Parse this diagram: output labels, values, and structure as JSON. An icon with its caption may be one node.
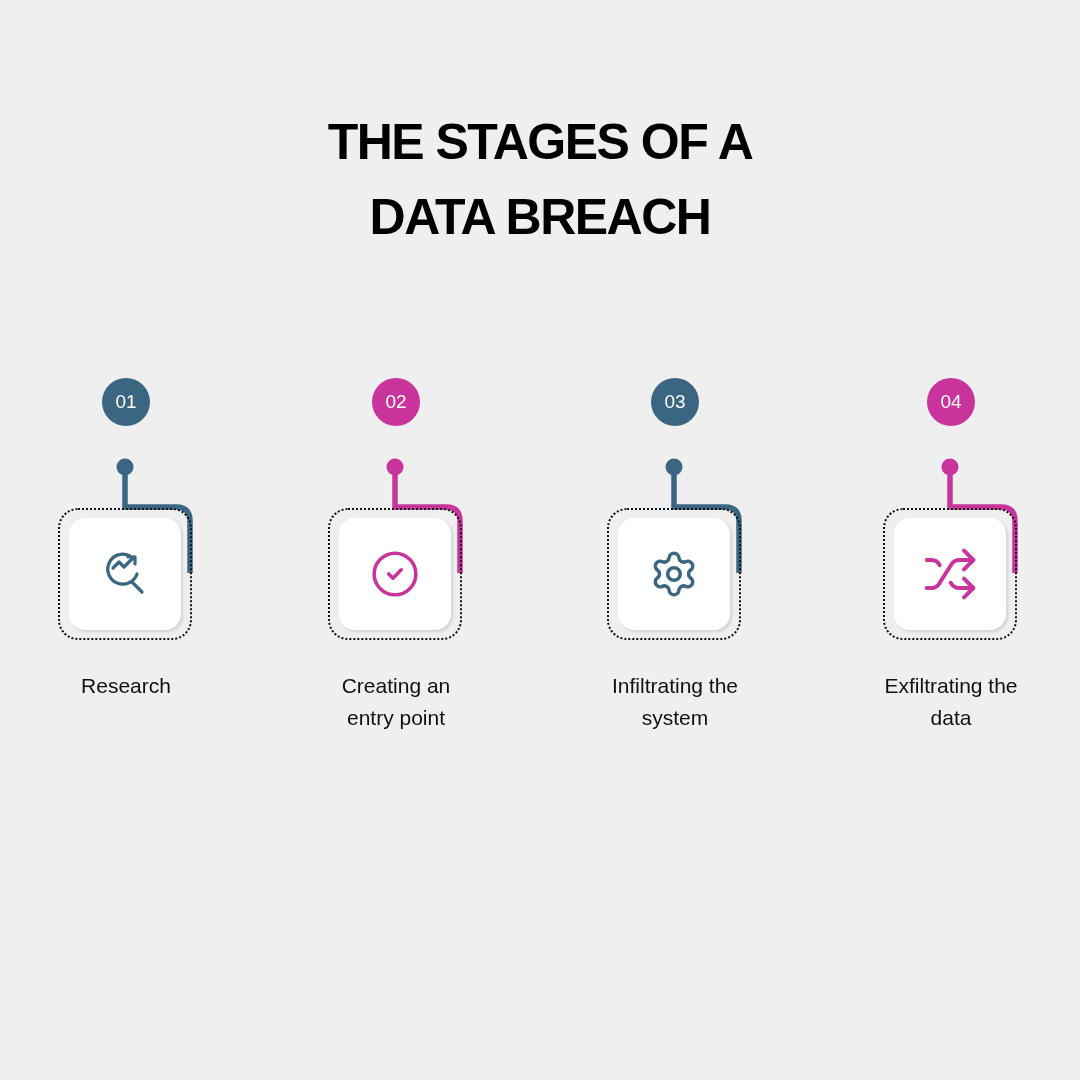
{
  "diagram": {
    "title": "THE STAGES OF A DATA BREACH",
    "nodes": [
      {
        "text": [
          "01"
        ]
      },
      {
        "text": [],
        "shape": "box",
        "beside": [
          "Research"
        ]
      },
      {
        "text": [
          "02"
        ]
      },
      {
        "text": [],
        "shape": "box",
        "beside": [
          "Creating an entry point"
        ]
      },
      {
        "text": [
          "03"
        ]
      },
      {
        "text": [],
        "shape": "box",
        "beside": [
          "Infiltrating the system"
        ]
      },
      {
        "text": [
          "04"
        ]
      },
      {
        "text": [],
        "shape": "box",
        "beside": [
          "Exfiltrating the data"
        ]
      }
    ],
    "edges": [
      {
        "from": null,
        "to": 1,
        "arrow": "other",
        "color": "#3a6682"
      },
      {
        "from": null,
        "to": 3,
        "arrow": "other",
        "color": "#c8349c"
      },
      {
        "from": null,
        "to": 5,
        "arrow": "other",
        "color": "#3a6682"
      },
      {
        "from": null,
        "to": 7,
        "arrow": "other",
        "color": "#c8349c"
      }
    ]
  }
}
